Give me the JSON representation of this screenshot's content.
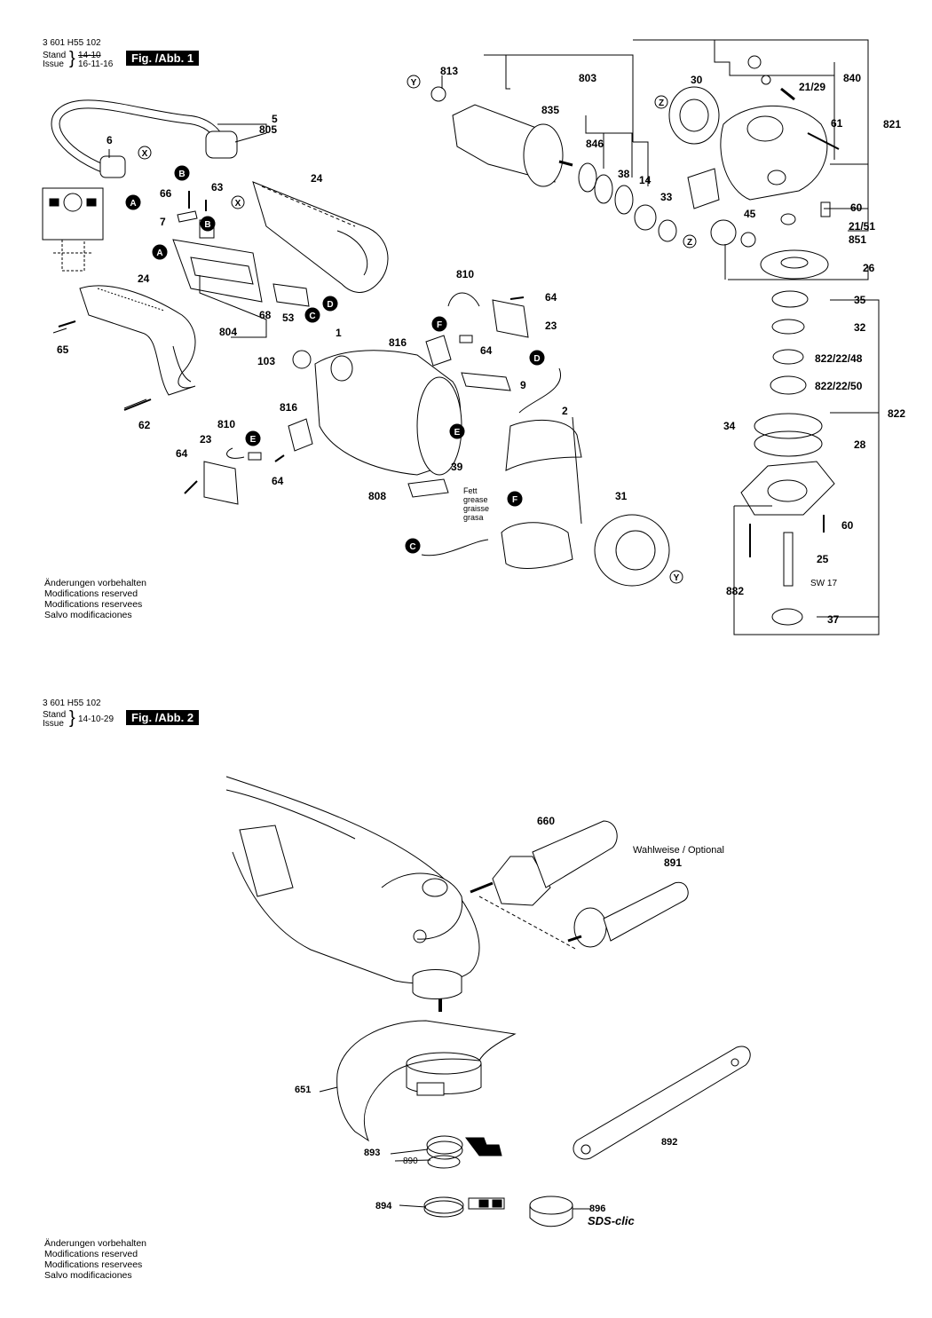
{
  "fig1": {
    "partno": "3 601 H55 102",
    "stand_label": "Stand",
    "issue_label": "Issue",
    "date_old": "14-10",
    "date_new": "16-11-16",
    "badge": "Fig. /Abb. 1",
    "notes": [
      "Änderungen vorbehalten",
      "Modifications reserved",
      "Modifications reservees",
      "Salvo modificaciones"
    ],
    "grease_text": [
      "Fett",
      "grease",
      "graisse",
      "grasa"
    ],
    "sw_label": "SW 17",
    "part_labels": [
      "813",
      "803",
      "30",
      "840",
      "21/29",
      "835",
      "61",
      "821",
      "846",
      "38",
      "14",
      "33",
      "45",
      "60",
      "21/51",
      "851",
      "26",
      "35",
      "32",
      "822/22/48",
      "822/22/50",
      "822",
      "34",
      "28",
      "60",
      "25",
      "882",
      "37",
      "5",
      "805",
      "6",
      "24",
      "66",
      "63",
      "7",
      "24",
      "804",
      "68",
      "53",
      "65",
      "62",
      "810",
      "64",
      "23",
      "816",
      "64",
      "103",
      "1",
      "9",
      "2",
      "810",
      "816",
      "23",
      "64",
      "64",
      "39",
      "808",
      "31"
    ],
    "connector_letters": [
      "X",
      "Y",
      "Z",
      "A",
      "B",
      "C",
      "D",
      "E",
      "F"
    ]
  },
  "fig2": {
    "partno": "3 601 H55 102",
    "stand_label": "Stand",
    "issue_label": "Issue",
    "date": "14-10-29",
    "badge": "Fig. /Abb. 2",
    "optional_label": "Wahlweise / Optional",
    "labels": {
      "p660": "660",
      "p891": "891",
      "p651": "651",
      "p892": "892",
      "p893": "893",
      "p890": "890",
      "p894": "894",
      "p896": "896"
    },
    "sds_label": "SDS-clic",
    "notes": [
      "Änderungen vorbehalten",
      "Modifications reserved",
      "Modifications reservees",
      "Salvo modificaciones"
    ]
  }
}
